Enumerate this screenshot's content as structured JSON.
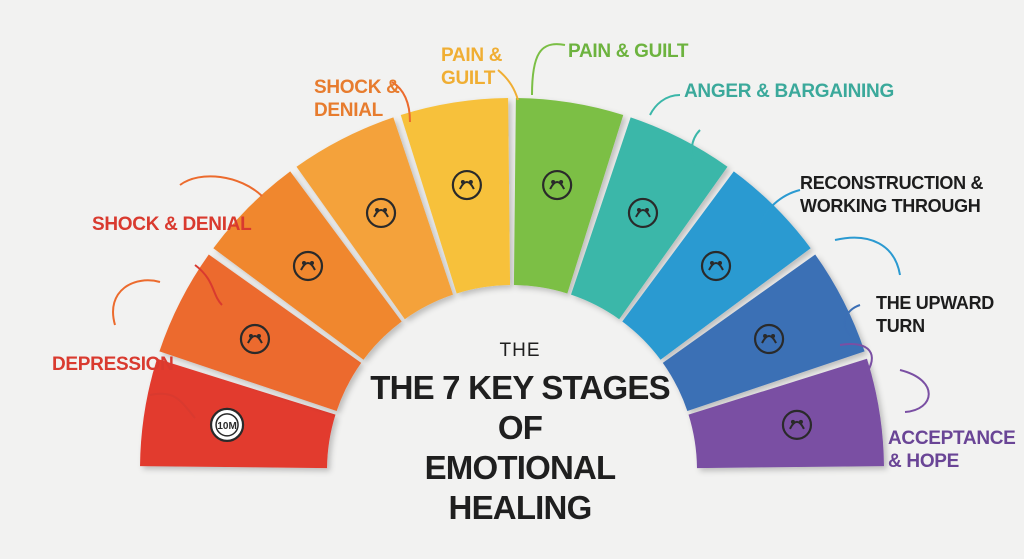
{
  "title": {
    "prefix": "THE",
    "main": "THE 7 KEY STAGES OF\nEMOTIONAL HEALING"
  },
  "segments": [
    {
      "name": "depression",
      "color": "#e23a2e",
      "icon": "target-icon"
    },
    {
      "name": "shock-denial-1",
      "color": "#ec6b2d",
      "icon": "two-people-icon"
    },
    {
      "name": "shock-denial-2",
      "color": "#f0872f",
      "icon": "head-profile-icon"
    },
    {
      "name": "shock-denial-3",
      "color": "#f4a23a",
      "icon": "puzzle-blocks-icon"
    },
    {
      "name": "pain-guilt-1",
      "color": "#f7c13a",
      "icon": "group-people-icon"
    },
    {
      "name": "pain-guilt-2",
      "color": "#7bbf45",
      "icon": "bandage-icon"
    },
    {
      "name": "anger-bargaining",
      "color": "#3bb7a9",
      "icon": "fist-bang-icon"
    },
    {
      "name": "reconstruction",
      "color": "#2b9ad1",
      "icon": "wrench-hand-icon"
    },
    {
      "name": "upward-turn",
      "color": "#3b6fb5",
      "icon": "ribbon-badge-icon"
    },
    {
      "name": "acceptance",
      "color": "#7a4fa3",
      "icon": "hand-heart-icon"
    }
  ],
  "labels": {
    "depression": "DEPRESSION",
    "shock_denial_a": "SHOCK & DENIAL",
    "shock_denial_b": "SHOCK &\nDENIAL",
    "pain_guilt_a": "PAIN &\nGUILT",
    "pain_guilt_b": "PAIN & GUILT",
    "anger": "ANGER & BARGAINING",
    "reconstruction": "RECONSTRUCTION &\nWORKING THROUGH",
    "upward": "THE UPWARD\nTURN",
    "acceptance": "ACCEPTANCE\n& HOPE"
  },
  "label_colors": {
    "depression": "#d93a2f",
    "shock_denial_a": "#d93a2f",
    "shock_denial_b": "#e77c2e",
    "pain_guilt_a": "#f0ae33",
    "pain_guilt_b": "#6db33f",
    "anger": "#3ba99b",
    "reconstruction": "#1d1d1d",
    "upward": "#1d1d1d",
    "acceptance": "#6a4596"
  },
  "target_icon_text": "10M"
}
